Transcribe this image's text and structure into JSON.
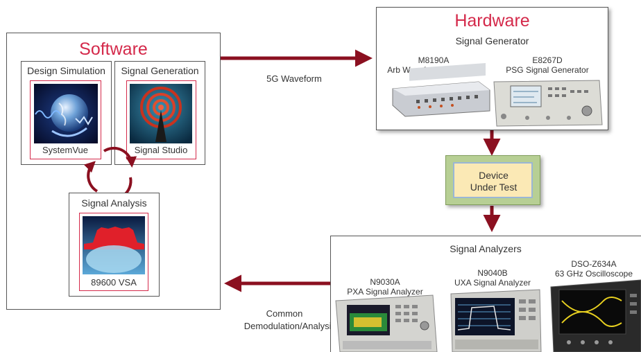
{
  "software": {
    "title": "Software",
    "design_simulation": {
      "header": "Design Simulation",
      "product": "SystemVue"
    },
    "signal_generation": {
      "header": "Signal Generation",
      "product": "Signal Studio"
    },
    "signal_analysis": {
      "header": "Signal Analysis",
      "product": "89600 VSA"
    }
  },
  "hardware": {
    "title": "Hardware",
    "subtitle": "Signal Generator",
    "devices": [
      {
        "model": "M8190A",
        "desc": "Arb Waveform Generator"
      },
      {
        "model": "E8267D",
        "desc": "PSG Signal Generator"
      }
    ]
  },
  "dut": {
    "line1": "Device",
    "line2": "Under Test"
  },
  "analyzers": {
    "title": "Signal Analyzers",
    "devices": [
      {
        "model": "N9030A",
        "desc": "PXA Signal Analyzer"
      },
      {
        "model": "N9040B",
        "desc": "UXA Signal Analyzer"
      },
      {
        "model": "DSO-Z634A",
        "desc": "63 GHz Oscilloscope"
      }
    ]
  },
  "arrows": {
    "top_label": "5G Waveform",
    "bottom_label_1": "Common",
    "bottom_label_2": "Demodulation/Analysis"
  },
  "colors": {
    "accent": "#d4294a",
    "arrow": "#8b1020",
    "dut_fill": "#fbe9b5",
    "dut_frame": "#a3c47a"
  }
}
